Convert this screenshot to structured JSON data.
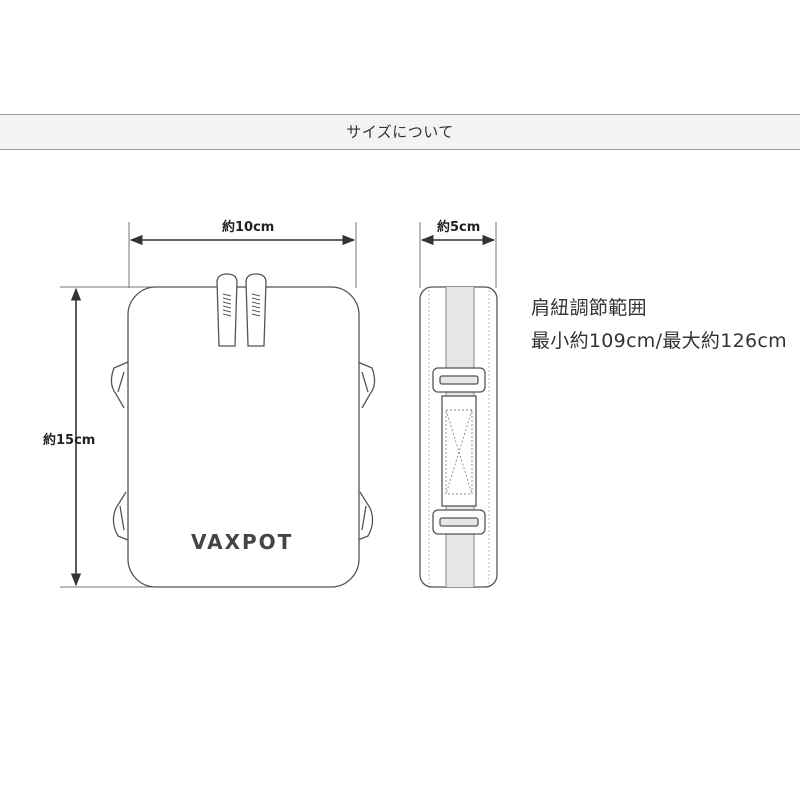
{
  "header": {
    "title": "サイズについて"
  },
  "dimensions": {
    "width": "約10cm",
    "depth": "約5cm",
    "height": "約15cm"
  },
  "brand": {
    "logo_text": "VAXPOT"
  },
  "strap_info": {
    "title": "肩紐調節範囲",
    "range": "最小約109cm/最大約126cm"
  },
  "colors": {
    "line": "#555555",
    "header_bg": "#f3f3f3",
    "logo": "#444444"
  }
}
